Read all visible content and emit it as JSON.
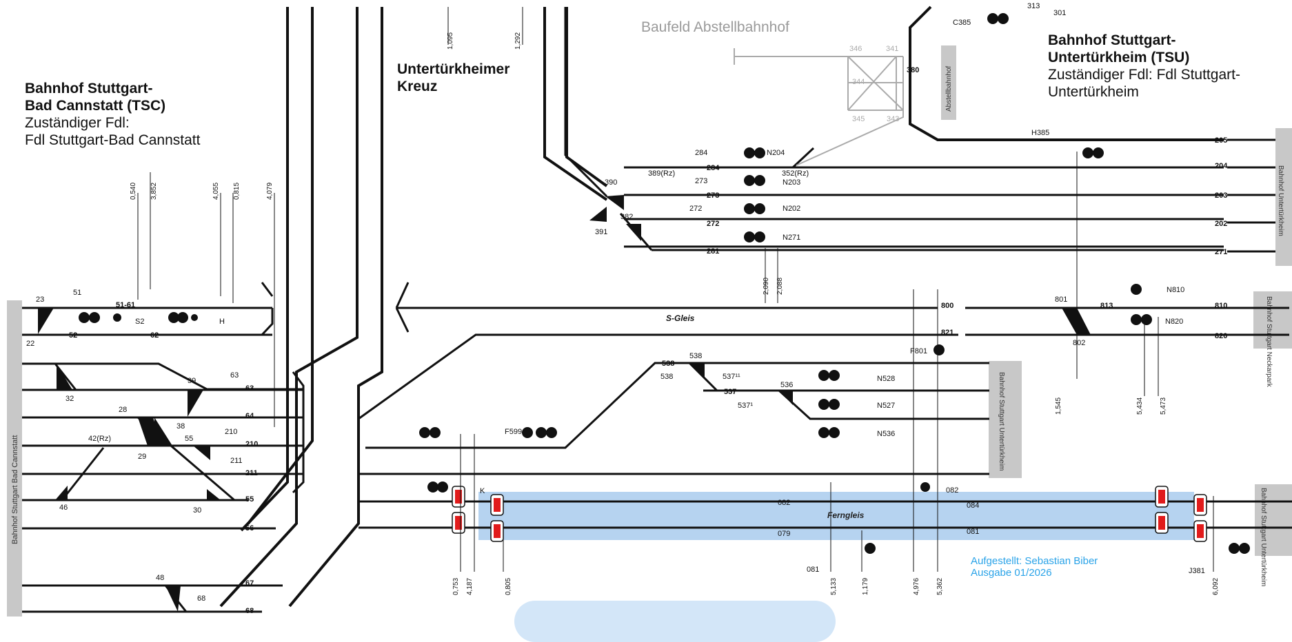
{
  "stations": {
    "tsc": {
      "line1": "Bahnhof Stuttgart-",
      "line2": "Bad Cannstatt (TSC)",
      "line3": "Zuständiger Fdl:",
      "line4": "Fdl Stuttgart-Bad Cannstatt"
    },
    "kreuz": {
      "line1": "Untertürkheimer",
      "line2": "Kreuz"
    },
    "tsu": {
      "line1": "Bahnhof Stuttgart-",
      "line2": "Untertürkheim (TSU)",
      "line3": "Zuständiger Fdl: Fdl Stuttgart-",
      "line4": "Untertürkheim"
    },
    "baufeld": "Baufeld Abstellbahnhof"
  },
  "credit": {
    "author": "Aufgestellt: Sebastian Biber",
    "edition": "Ausgabe 01/2026"
  },
  "side_boxes": {
    "left": "Bahnhof Stuttgart Bad Cannstatt",
    "abstell": "Abstellbahnhof",
    "right_top": "Bahnhof Untertürkheim",
    "neckarpark": "Bahnhof Stuttgart Neckarpark",
    "mid": "Bahnhof Stuttgart Untertürkheim",
    "right_bottom": "Bahnhof Stuttgart Untertürkheim"
  },
  "track_labels": {
    "sgleis": "S-Gleis",
    "ferngleis": "Ferngleis",
    "t800": "800",
    "t821": "821",
    "t810": "810",
    "t813": "813",
    "t820": "820",
    "t205": "205",
    "t204": "204",
    "t203": "203",
    "t202": "202",
    "t271": "271",
    "t284": "284",
    "t273": "273",
    "t272": "272",
    "t281": "281",
    "t538": "538",
    "t537": "537",
    "t082": "082",
    "t084": "084",
    "t079": "079",
    "t081": "081",
    "t51_61": "51-61",
    "t52": "52",
    "t62": "62",
    "t63": "63",
    "t64": "64",
    "t210": "210",
    "t211": "211",
    "t55": "55",
    "t56": "56",
    "t67": "67",
    "t68": "68"
  },
  "switch_labels": {
    "s23": "23",
    "s22": "22",
    "s32": "32",
    "s39": "39",
    "s28": "28",
    "s38": "38",
    "s42": "42(Rz)",
    "s29": "29",
    "s55": "55",
    "s46": "46",
    "s30": "30",
    "s48": "48",
    "s390": "390",
    "s382": "382",
    "s391": "391",
    "s389": "389(Rz)",
    "s352": "352(Rz)",
    "s380": "380",
    "s346": "346",
    "s341": "341",
    "s344": "344",
    "s345": "345",
    "s343": "343",
    "s313": "313",
    "s301": "301",
    "s538": "538",
    "s536": "536",
    "s801": "801",
    "s802": "802"
  },
  "signal_labels": {
    "sig51": "51",
    "sigS2": "S2",
    "sigH": "H",
    "sig63": "63",
    "sig210": "210",
    "sig211": "211",
    "sig284": "284",
    "sig273": "273",
    "sig272": "272",
    "sigN204": "N204",
    "sigN203": "N203",
    "sigN202": "N202",
    "sigN271": "N271",
    "sigC385": "C385",
    "sigH385": "H385",
    "sigN810": "N810",
    "sigN820": "N820",
    "sigF801": "F801",
    "sig538": "538",
    "sig537a": "537¹¹",
    "sig537b": "537¹",
    "sigN528": "N528",
    "sigN527": "N527",
    "sigN536": "N536",
    "sigF599": "F599",
    "sigK": "K",
    "sig082": "082",
    "sig081": "081",
    "sigJ381": "J381",
    "sig68": "68"
  },
  "km_labels": {
    "k1": "1,095",
    "k2": "1,292",
    "k3": "0,540",
    "k4": "3,852",
    "k5": "4,055",
    "k6": "0,815",
    "k7": "4,079",
    "k8": "2,090",
    "k9": "2,088",
    "k10": "1,545",
    "k11": "5,434",
    "k12": "5,473",
    "k13": "0,753",
    "k14": "4,187",
    "k15": "0,805",
    "k16": "5,133",
    "k17": "1,179",
    "k18": "4,976",
    "k19": "5,362",
    "k20": "6,092"
  },
  "colors": {
    "track": "#111111",
    "grey_box": "#c8c8c8",
    "highlight": "#a9cbed",
    "red_marker": "#e11b1b",
    "credit": "#2aa3e8",
    "pill": "#d3e6f8"
  }
}
